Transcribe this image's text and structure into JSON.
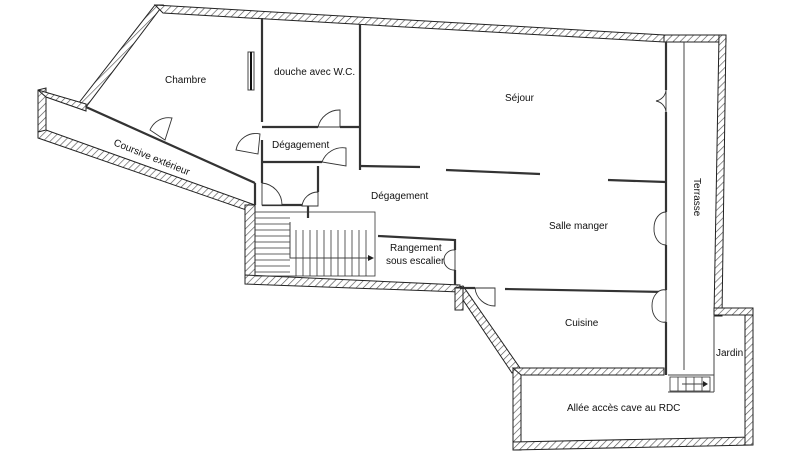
{
  "rooms": {
    "chambre": "Chambre",
    "douche": "douche avec W.C.",
    "sejour": "Séjour",
    "degagement_small": "Dégagement",
    "degagement_large": "Dégagement",
    "coursive": "Coursive extérieur",
    "terrasse": "Terrasse",
    "salle_manger": "Salle manger",
    "rangement_line1": "Rangement",
    "rangement_line2": "sous escalier",
    "cuisine": "Cuisine",
    "jardin": "Jardin",
    "allee": "Allée accès cave au RDC"
  }
}
